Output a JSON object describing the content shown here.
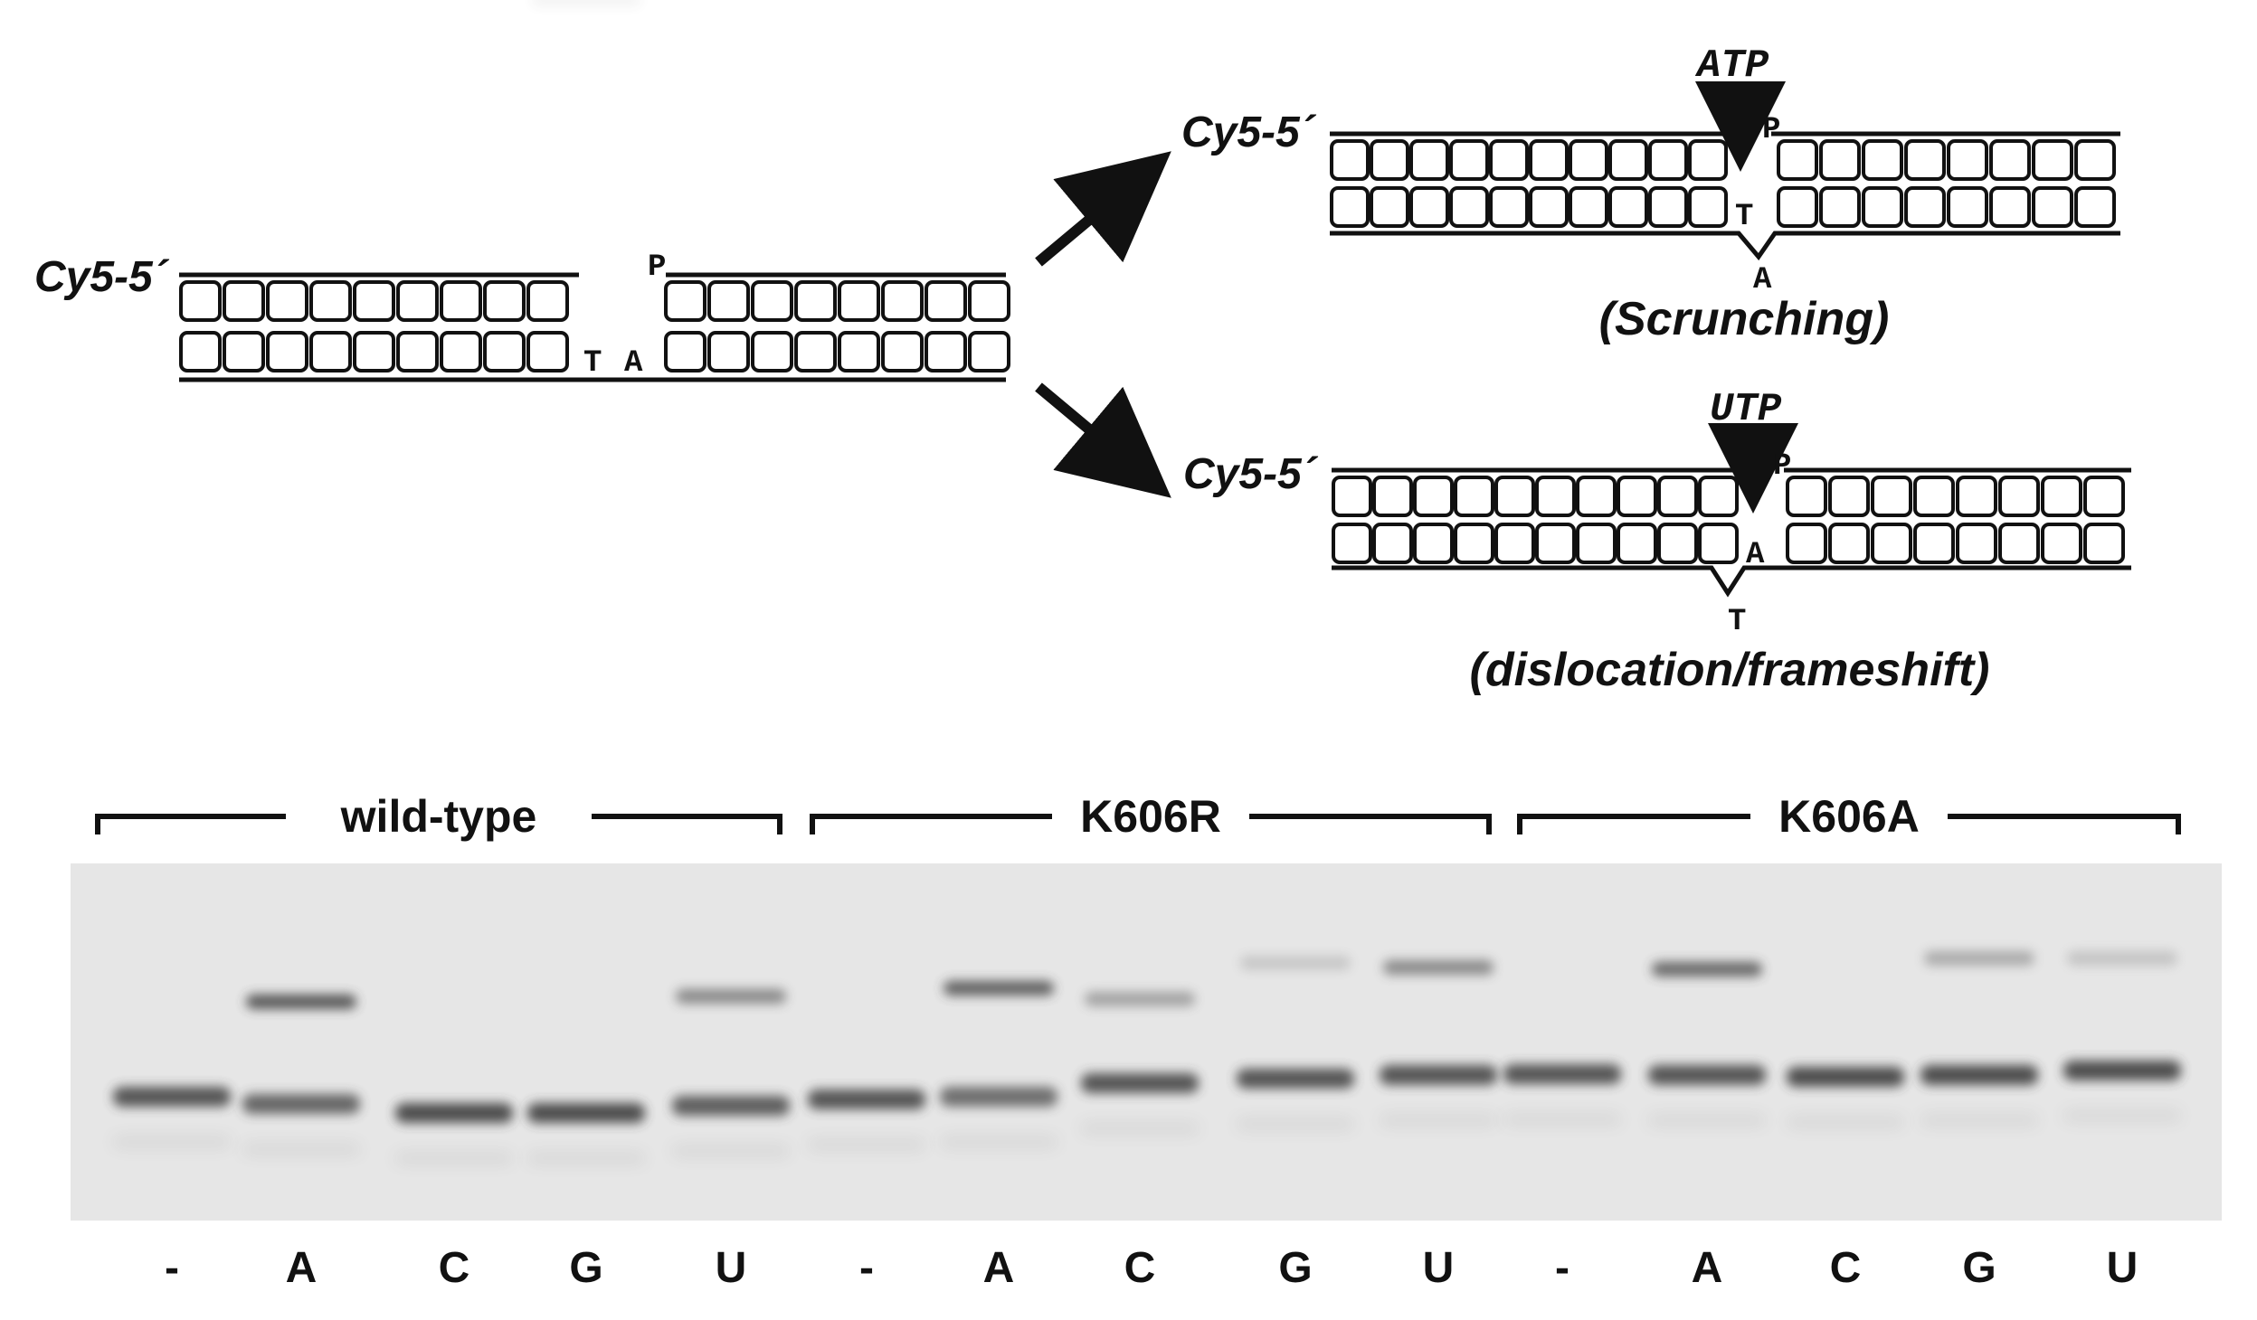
{
  "diagram": {
    "substrate": {
      "label": "Cy5-5´",
      "phosphate": "P",
      "nt_template": "T",
      "nt_primer": "A"
    },
    "scrunching": {
      "label": "Cy5-5´",
      "ntp": "ATP",
      "phosphate": "P",
      "nt_inner": "T",
      "nt_bulge": "A",
      "caption": "(Scrunching)"
    },
    "dislocation": {
      "label": "Cy5-5´",
      "ntp": "UTP",
      "phosphate": "P",
      "nt_inner": "A",
      "nt_bulge": "T",
      "caption": "(dislocation/frameshift)"
    }
  },
  "gel": {
    "groups": [
      {
        "name": "wild-type",
        "lanes": [
          "-",
          "A",
          "C",
          "G",
          "U"
        ]
      },
      {
        "name": "K606R",
        "lanes": [
          "-",
          "A",
          "C",
          "G",
          "U"
        ]
      },
      {
        "name": "K606A",
        "lanes": [
          "-",
          "A",
          "C",
          "G",
          "U"
        ]
      }
    ],
    "colors": {
      "gel_background": "#e6e6e6",
      "band": "#3c3c3c"
    }
  }
}
